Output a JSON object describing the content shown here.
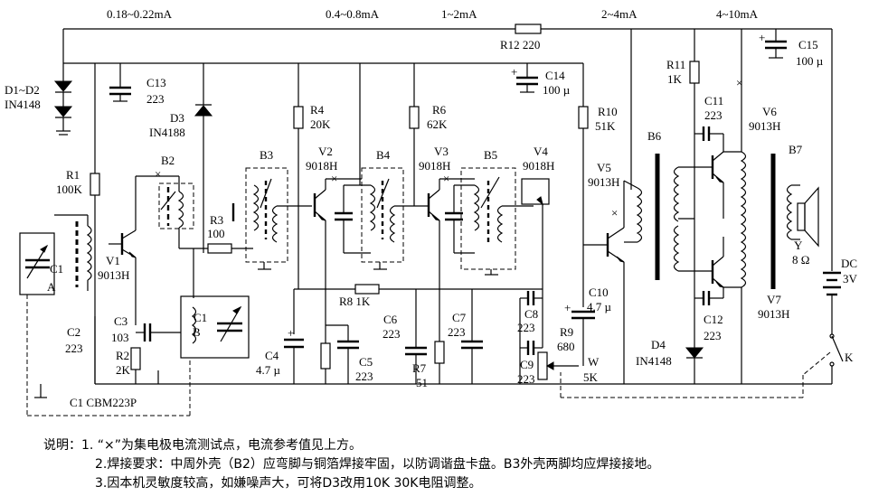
{
  "currents": {
    "c1": "0.18~0.22mA",
    "c2": "0.4~0.8mA",
    "c3": "1~2mA",
    "c4": "2~4mA",
    "c5": "4~10mA"
  },
  "components": {
    "r12": "R12  220",
    "d1d2_a": "D1~D2",
    "d1d2_b": "IN4148",
    "c13_a": "C13",
    "c13_b": "223",
    "d3_a": "D3",
    "d3_b": "IN4188",
    "c14_a": "C14",
    "c14_b": "100 µ",
    "c15_a": "C15",
    "c15_b": "100 µ",
    "r11_a": "R11",
    "r11_b": "1K",
    "c11_a": "C11",
    "c11_b": "223",
    "v6_a": "V6",
    "v6_b": "9013H",
    "r4_a": "R4",
    "r4_b": "20K",
    "r6_a": "R6",
    "r6_b": "62K",
    "r10_a": "R10",
    "r10_b": "51K",
    "b2": "B2",
    "b3": "B3",
    "b4": "B4",
    "b5": "B5",
    "b6": "B6",
    "b7": "B7",
    "v2_a": "V2",
    "v2_b": "9018H",
    "v3_a": "V3",
    "v3_b": "9018H",
    "v4_a": "V4",
    "v4_b": "9018H",
    "v5_a": "V5",
    "v5_b": "9013H",
    "r1_a": "R1",
    "r1_b": "100K",
    "r3_a": "R3",
    "r3_b": "100",
    "v1_a": "V1",
    "v1_b": "9013H",
    "c1a_a": "C1",
    "c1a_b": "A",
    "c1b_a": "C1",
    "c1b_b": "B",
    "c2_a": "C2",
    "c2_b": "223",
    "c3_a": "C3",
    "c3_b": "103",
    "r2_a": "R2",
    "r2_b": "2K",
    "c4_a": "C4",
    "c4_b": "4.7 µ",
    "c5_a": "C5",
    "c5_b": "223",
    "r8": "R8  1K",
    "c6_a": "C6",
    "c6_b": "223",
    "r7_a": "R7",
    "r7_b": "51",
    "c7_a": "C7",
    "c7_b": "223",
    "c8_a": "C8",
    "c8_b": "223",
    "r9_a": "R9",
    "r9_b": "680",
    "c9_a": "C9",
    "c9_b": "223",
    "c10_a": "C10",
    "c10_b": "4.7 µ",
    "w_a": "W",
    "w_b": "5K",
    "c12_a": "C12",
    "c12_b": "223",
    "d4_a": "D4",
    "d4_b": "IN4148",
    "v7_a": "V7",
    "v7_b": "9013H",
    "y_a": "Y",
    "y_b": "8 Ω",
    "dc_a": "DC",
    "dc_b": "3V",
    "k": "K",
    "c1cbm": "C1   CBM223P"
  },
  "notes": {
    "line1": "说明：1. “×”为集电极电流测试点，电流参考值见上方。",
    "line2": "2.焊接要求：中周外壳（B2）应弯脚与铜箔焊接牢固，以防调谐盘卡盘。B3外壳两脚均应焊接接地。",
    "line3": "3.因本机灵敏度较高，如嫌噪声大，可将D3改用10K    30K电阻调整。"
  }
}
